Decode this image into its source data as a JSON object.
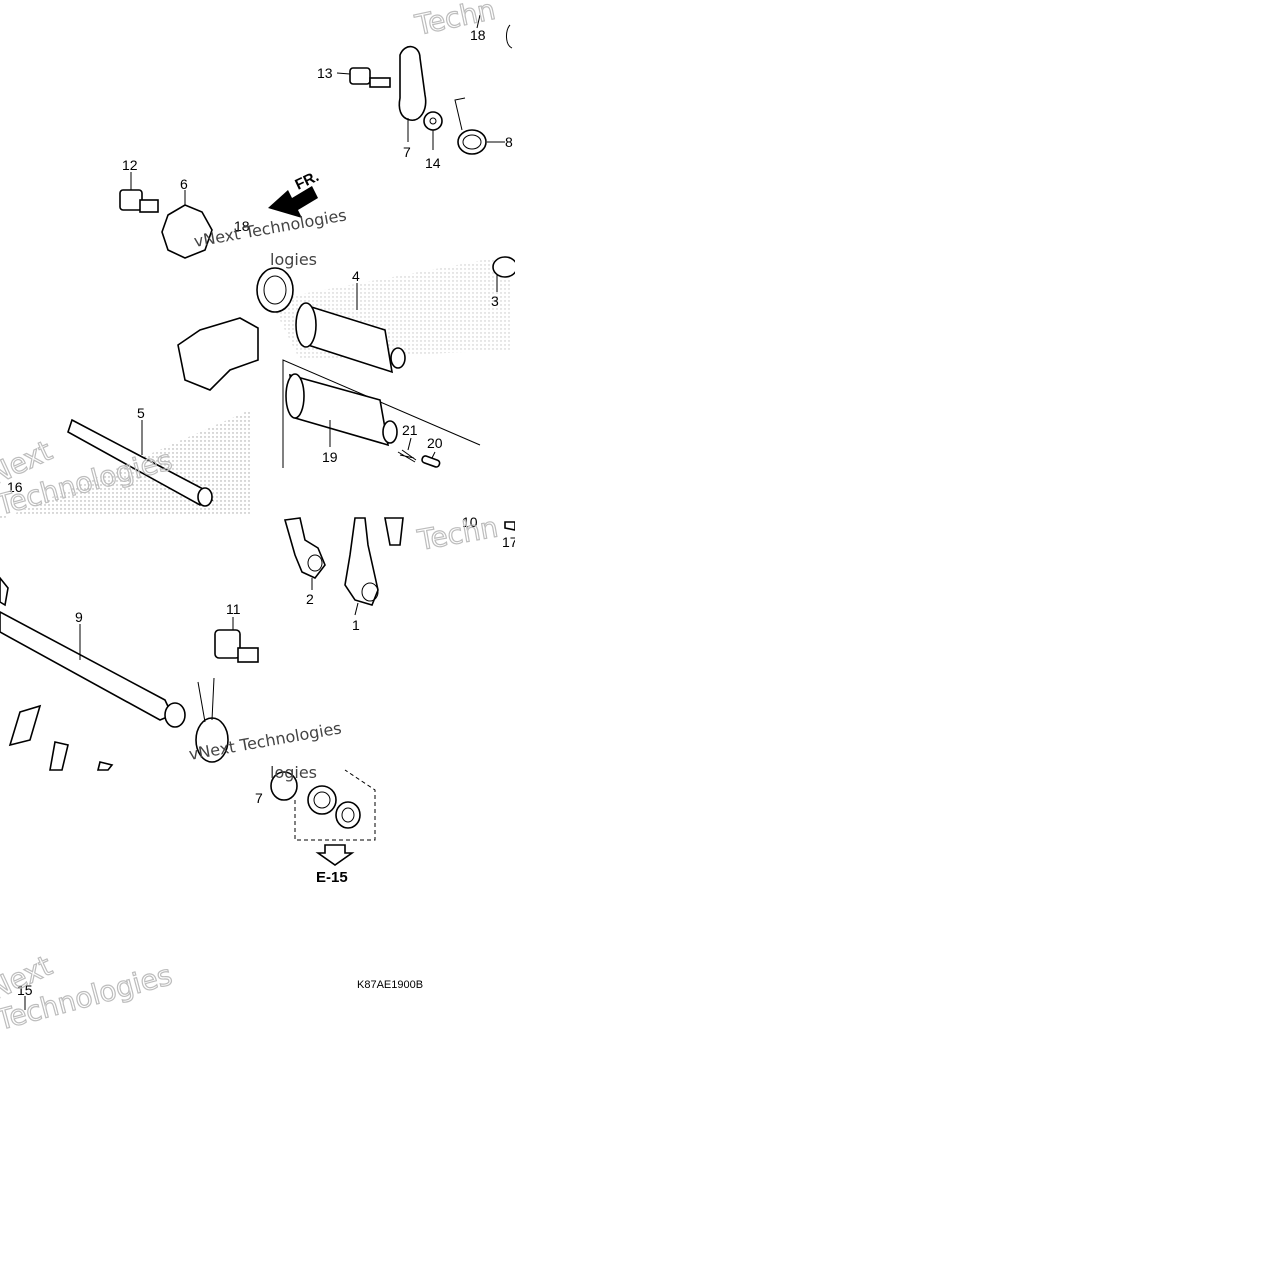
{
  "callouts": [
    {
      "id": "c1",
      "label": "1"
    },
    {
      "id": "c2",
      "label": "2"
    },
    {
      "id": "c3",
      "label": "3"
    },
    {
      "id": "c4",
      "label": "4"
    },
    {
      "id": "c5",
      "label": "5"
    },
    {
      "id": "c6",
      "label": "6"
    },
    {
      "id": "c7",
      "label": "7"
    },
    {
      "id": "c7b",
      "label": "7"
    },
    {
      "id": "c8",
      "label": "8"
    },
    {
      "id": "c9",
      "label": "9"
    },
    {
      "id": "c10",
      "label": "10"
    },
    {
      "id": "c11",
      "label": "11"
    },
    {
      "id": "c12",
      "label": "12"
    },
    {
      "id": "c13",
      "label": "13"
    },
    {
      "id": "c14",
      "label": "14"
    },
    {
      "id": "c15",
      "label": "15"
    },
    {
      "id": "c16",
      "label": "16"
    },
    {
      "id": "c17",
      "label": "17"
    },
    {
      "id": "c18",
      "label": "18"
    },
    {
      "id": "c18b",
      "label": "18"
    },
    {
      "id": "c19",
      "label": "19"
    },
    {
      "id": "c20",
      "label": "20"
    },
    {
      "id": "c21",
      "label": "21"
    }
  ],
  "direction_label": "FR.",
  "reference_label": "E-15",
  "diagram_code": "K87AE1900B",
  "watermarks": {
    "technologies": "Technologies",
    "vinext": "vNext Technologies",
    "next": "Next",
    "logies": "logies",
    "techn": "Techn"
  }
}
